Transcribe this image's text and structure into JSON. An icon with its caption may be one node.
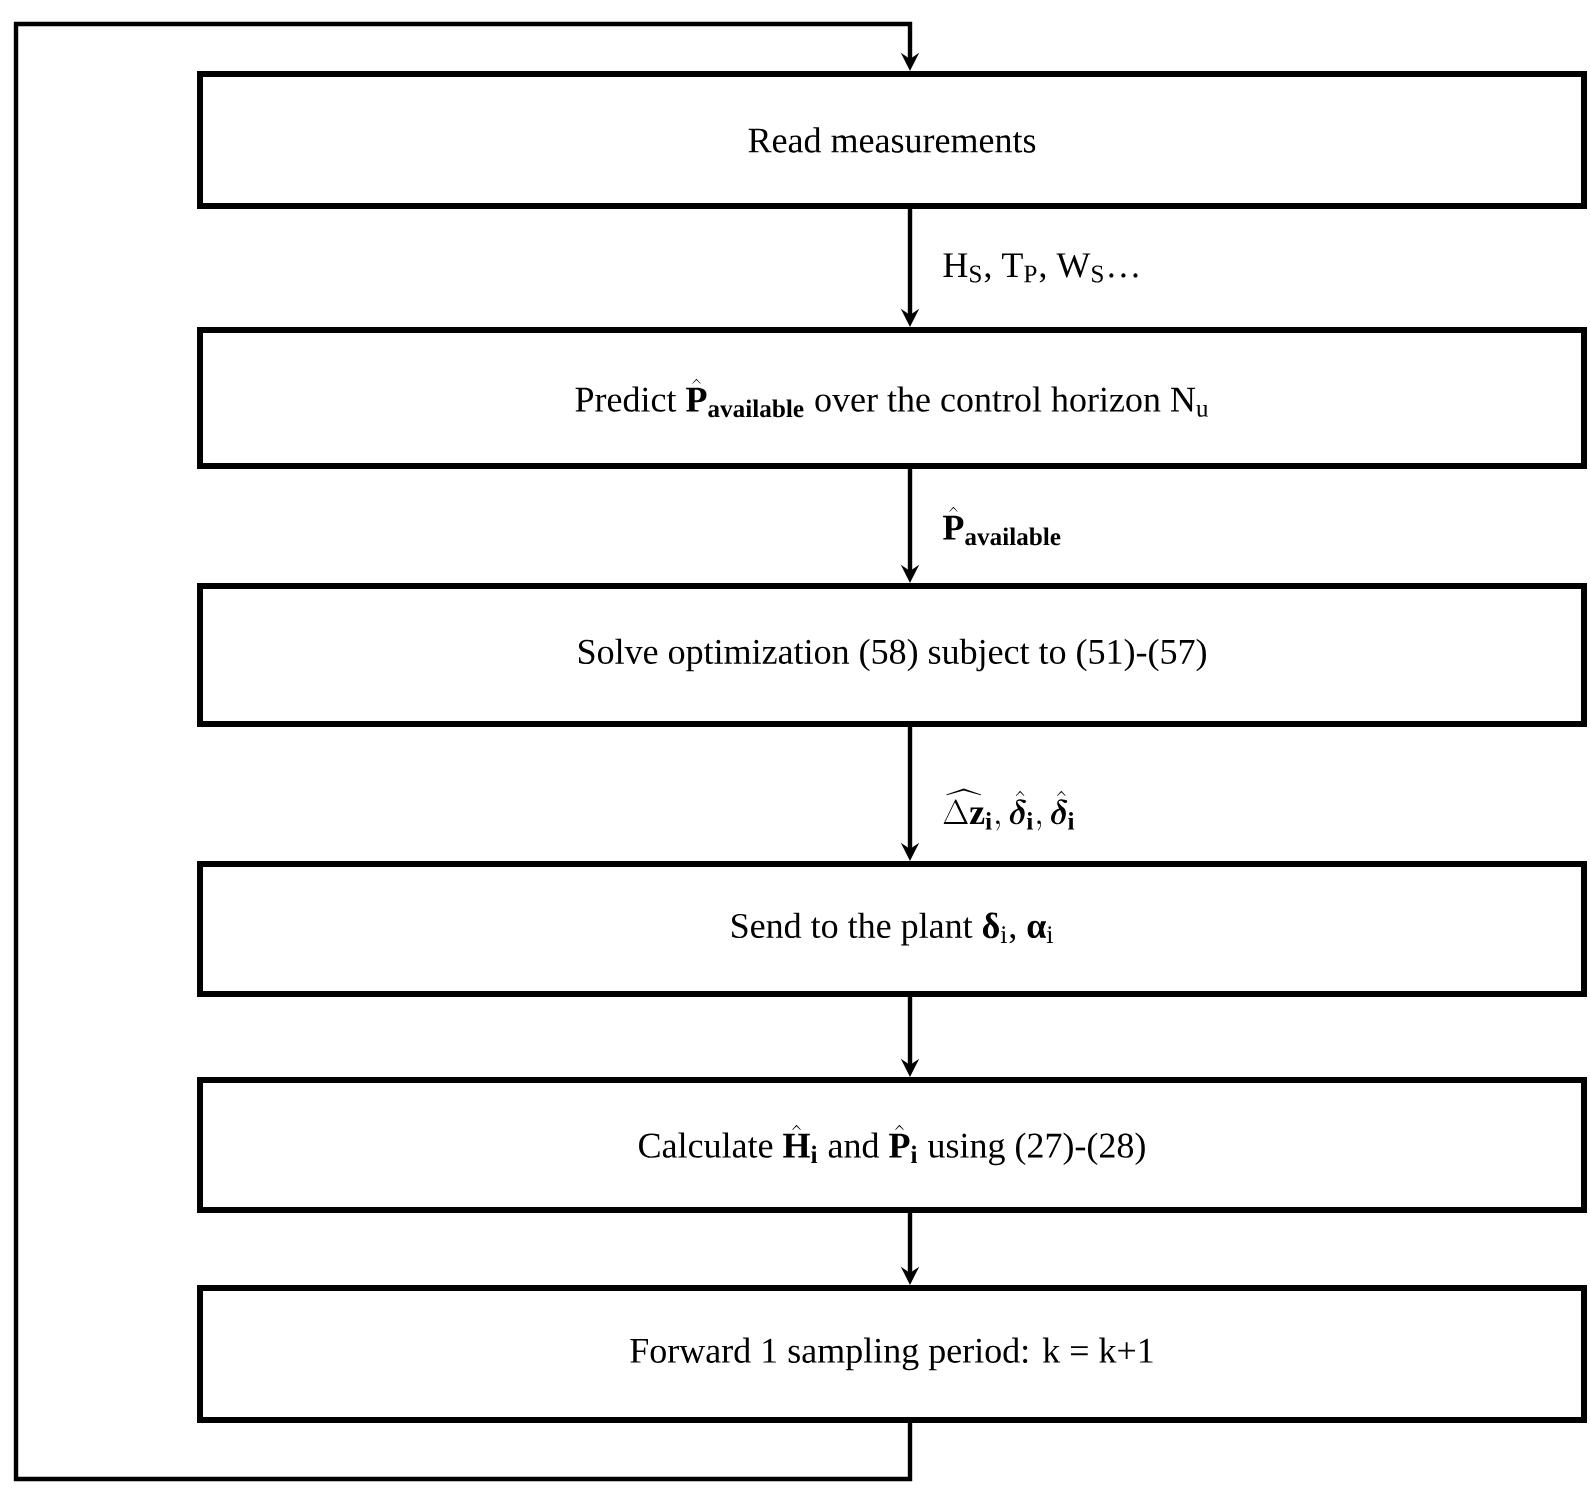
{
  "diagram": {
    "nodes": [
      {
        "text": [
          "Read measurements"
        ]
      },
      {
        "text": [
          "\\text{Predict } \\hat{\\mathbf{P}}_{\\mathbf{available}} \\text{ over the control horizon N}_{\\text{u}}"
        ]
      },
      {
        "text": [
          "Solve optimization (58) subject to (51)-(57)"
        ]
      },
      {
        "text": [
          "Send to the plant **δ**$_{i}$, **α**$_{i}$"
        ]
      },
      {
        "text": [
          "\\text{Calculate } \\hat{\\mathbf{H}}_{\\mathbf{i}} \\text{ and } \\hat{\\mathbf{P}}_{\\mathbf{i}} \\text{ using (27)-(28)}"
        ]
      },
      {
        "text": [
          "Forward 1 sampling period: k = k+1"
        ]
      }
    ],
    "edges": [
      {
        "from": 0,
        "to": 1,
        "arrow": "to",
        "label": "H$_{S}$, T$_{P}$, W$_{S}$…"
      },
      {
        "from": 1,
        "to": 2,
        "arrow": "to",
        "label": "\\hat{\\mathbf{P}}_{\\mathbf{available}}"
      },
      {
        "from": 2,
        "to": 3,
        "arrow": "to",
        "label": "\\widehat{\\Delta\\mathbf{z}}_{\\mathbf{i}}, \\hat{\\bm{\\delta}}_{\\mathbf{i}}, \\hat{\\bm{\\delta}}_{\\mathbf{i}}"
      },
      {
        "from": 3,
        "to": 4,
        "arrow": "to"
      },
      {
        "from": 4,
        "to": 5,
        "arrow": "to"
      },
      {
        "from": 5,
        "to": 0,
        "arrow": "to"
      }
    ]
  }
}
